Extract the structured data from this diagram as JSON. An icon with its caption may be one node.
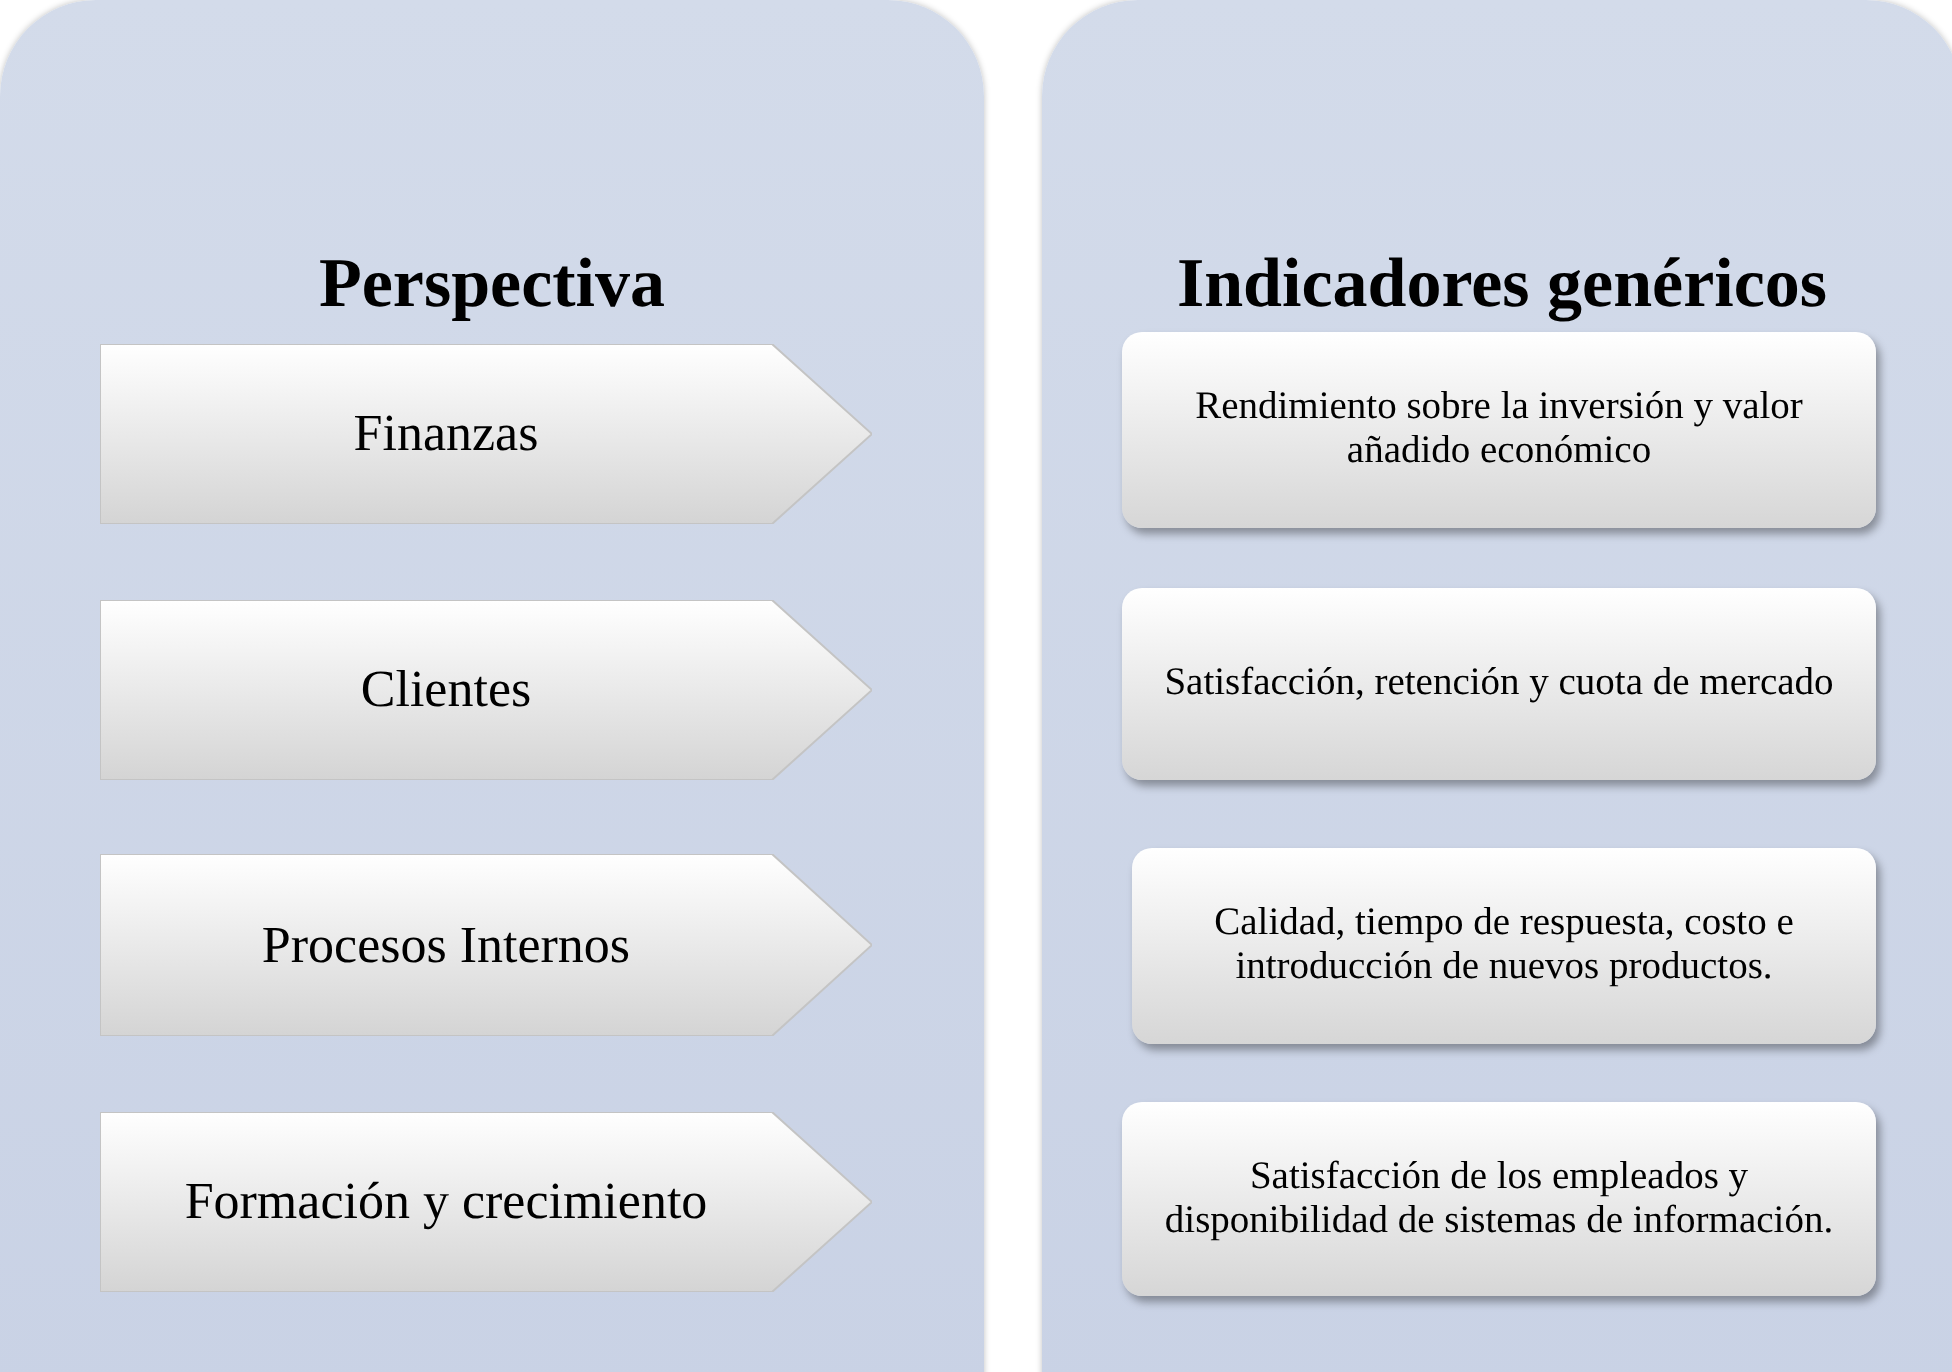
{
  "diagram": {
    "nodes": [
      {
        "text": [
          "Perspectiva"
        ]
      },
      {
        "text": [
          "Finanzas"
        ],
        "in": 0
      },
      {
        "text": [
          "Clientes"
        ],
        "in": 0
      },
      {
        "text": [
          "Procesos Internos"
        ],
        "in": 0
      },
      {
        "text": [
          "Formación y crecimiento"
        ],
        "in": 0
      },
      {
        "text": [
          "Indicadores genéricos"
        ]
      },
      {
        "text": [
          "Rendimiento sobre la inversión y valor añadido económico"
        ],
        "in": 5
      },
      {
        "text": [
          "Satisfacción, retención y cuota de mercado"
        ],
        "in": 5
      },
      {
        "text": [
          "Calidad, tiempo de respuesta, costo e introducción de nuevos productos."
        ],
        "in": 5
      },
      {
        "text": [
          "Satisfacción de los empleados y disponibilidad de sistemas de información."
        ],
        "in": 5
      }
    ]
  }
}
